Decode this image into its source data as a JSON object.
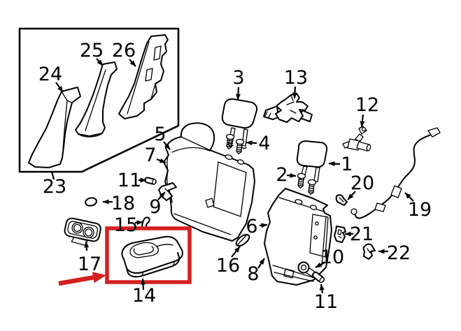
{
  "colors": {
    "background": "#ffffff",
    "line": "#000000",
    "highlight": "#d41f1f"
  },
  "highlight": {
    "highlighted_part_label": "14",
    "style": "red rectangle with red arrow pointing to armrest"
  },
  "labels": {
    "l1": "1",
    "l2": "2",
    "l3": "3",
    "l4": "4",
    "l5": "5",
    "l6": "6",
    "l7": "7",
    "l8": "8",
    "l9": "9",
    "l10": "10",
    "l11_left": "11",
    "l11_bottom": "11",
    "l12": "12",
    "l13": "13",
    "l14": "14",
    "l15": "15",
    "l16": "16",
    "l17": "17",
    "l18": "18",
    "l19": "19",
    "l20": "20",
    "l21": "21",
    "l22": "22",
    "l23": "23",
    "l24": "24",
    "l25": "25",
    "l26": "26"
  }
}
